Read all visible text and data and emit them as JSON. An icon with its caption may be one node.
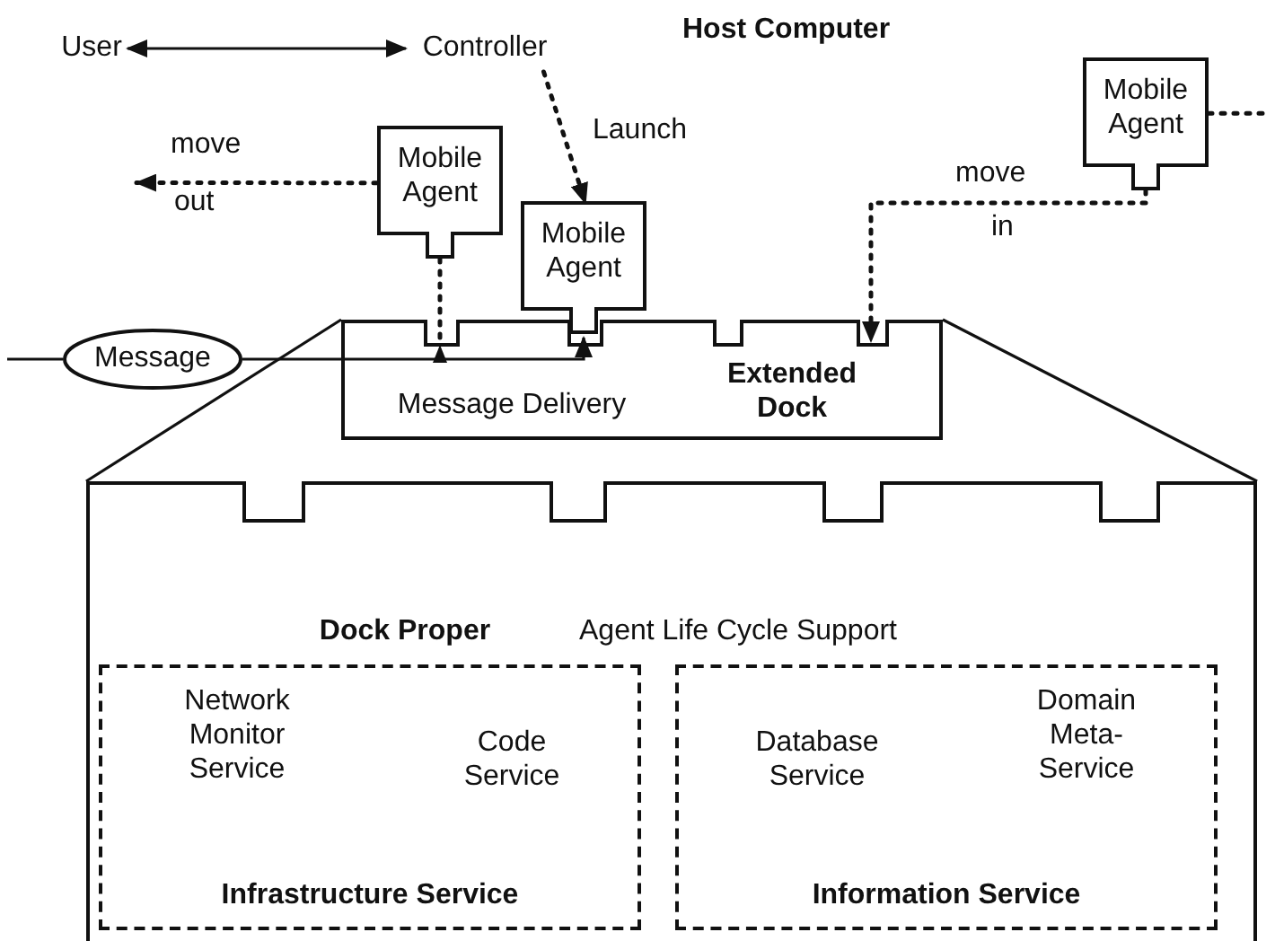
{
  "diagram": {
    "title": "Host Computer",
    "nodes": [
      {
        "text": [
          "User"
        ]
      },
      {
        "text": [
          "Controller"
        ]
      },
      {
        "text": [
          "Mobile Agent"
        ]
      },
      {
        "text": [
          "Mobile Agent"
        ]
      },
      {
        "text": [
          "Mobile Agent"
        ]
      },
      {
        "text": [
          "Message Delivery",
          "Extended Dock"
        ]
      },
      {
        "text": [
          "Message"
        ]
      },
      {
        "text": [
          "Dock Proper",
          "Agent Life Cycle Support"
        ]
      },
      {
        "text": [
          "Infrastructure Service"
        ],
        "in": 7
      },
      {
        "text": [
          "Network Monitor Service"
        ],
        "in": 8
      },
      {
        "text": [
          "Code Service"
        ],
        "in": 8
      },
      {
        "text": [
          "Information Service"
        ],
        "in": 7
      },
      {
        "text": [
          "Database Service"
        ],
        "in": 11
      },
      {
        "text": [
          "Domain Meta-Service"
        ],
        "in": 11
      }
    ],
    "edges": [
      {
        "from": 0,
        "to": 1,
        "arrow": "both"
      },
      {
        "from": 1,
        "to": 3,
        "arrow": "to",
        "label": "Launch",
        "style": "dashed"
      },
      {
        "from": 2,
        "to": null,
        "arrow": "to",
        "style": "dashed"
      },
      {
        "from": 2,
        "to": 5,
        "arrow": "none",
        "style": "dashed"
      },
      {
        "from": 4,
        "to": 5,
        "arrow": "to",
        "style": "dashed"
      },
      {
        "from": 4,
        "to": null,
        "arrow": "none",
        "style": "dashed"
      },
      {
        "from": null,
        "to": 6,
        "arrow": "none"
      },
      {
        "from": 6,
        "to": 5,
        "arrow": "none"
      },
      {
        "from": 5,
        "to": 3,
        "arrow": "to"
      },
      {
        "from": 5,
        "to": 7,
        "arrow": "none"
      },
      {
        "from": 5,
        "to": 7,
        "arrow": "none"
      }
    ],
    "labels": [
      "move",
      "out",
      "move",
      "in"
    ]
  }
}
